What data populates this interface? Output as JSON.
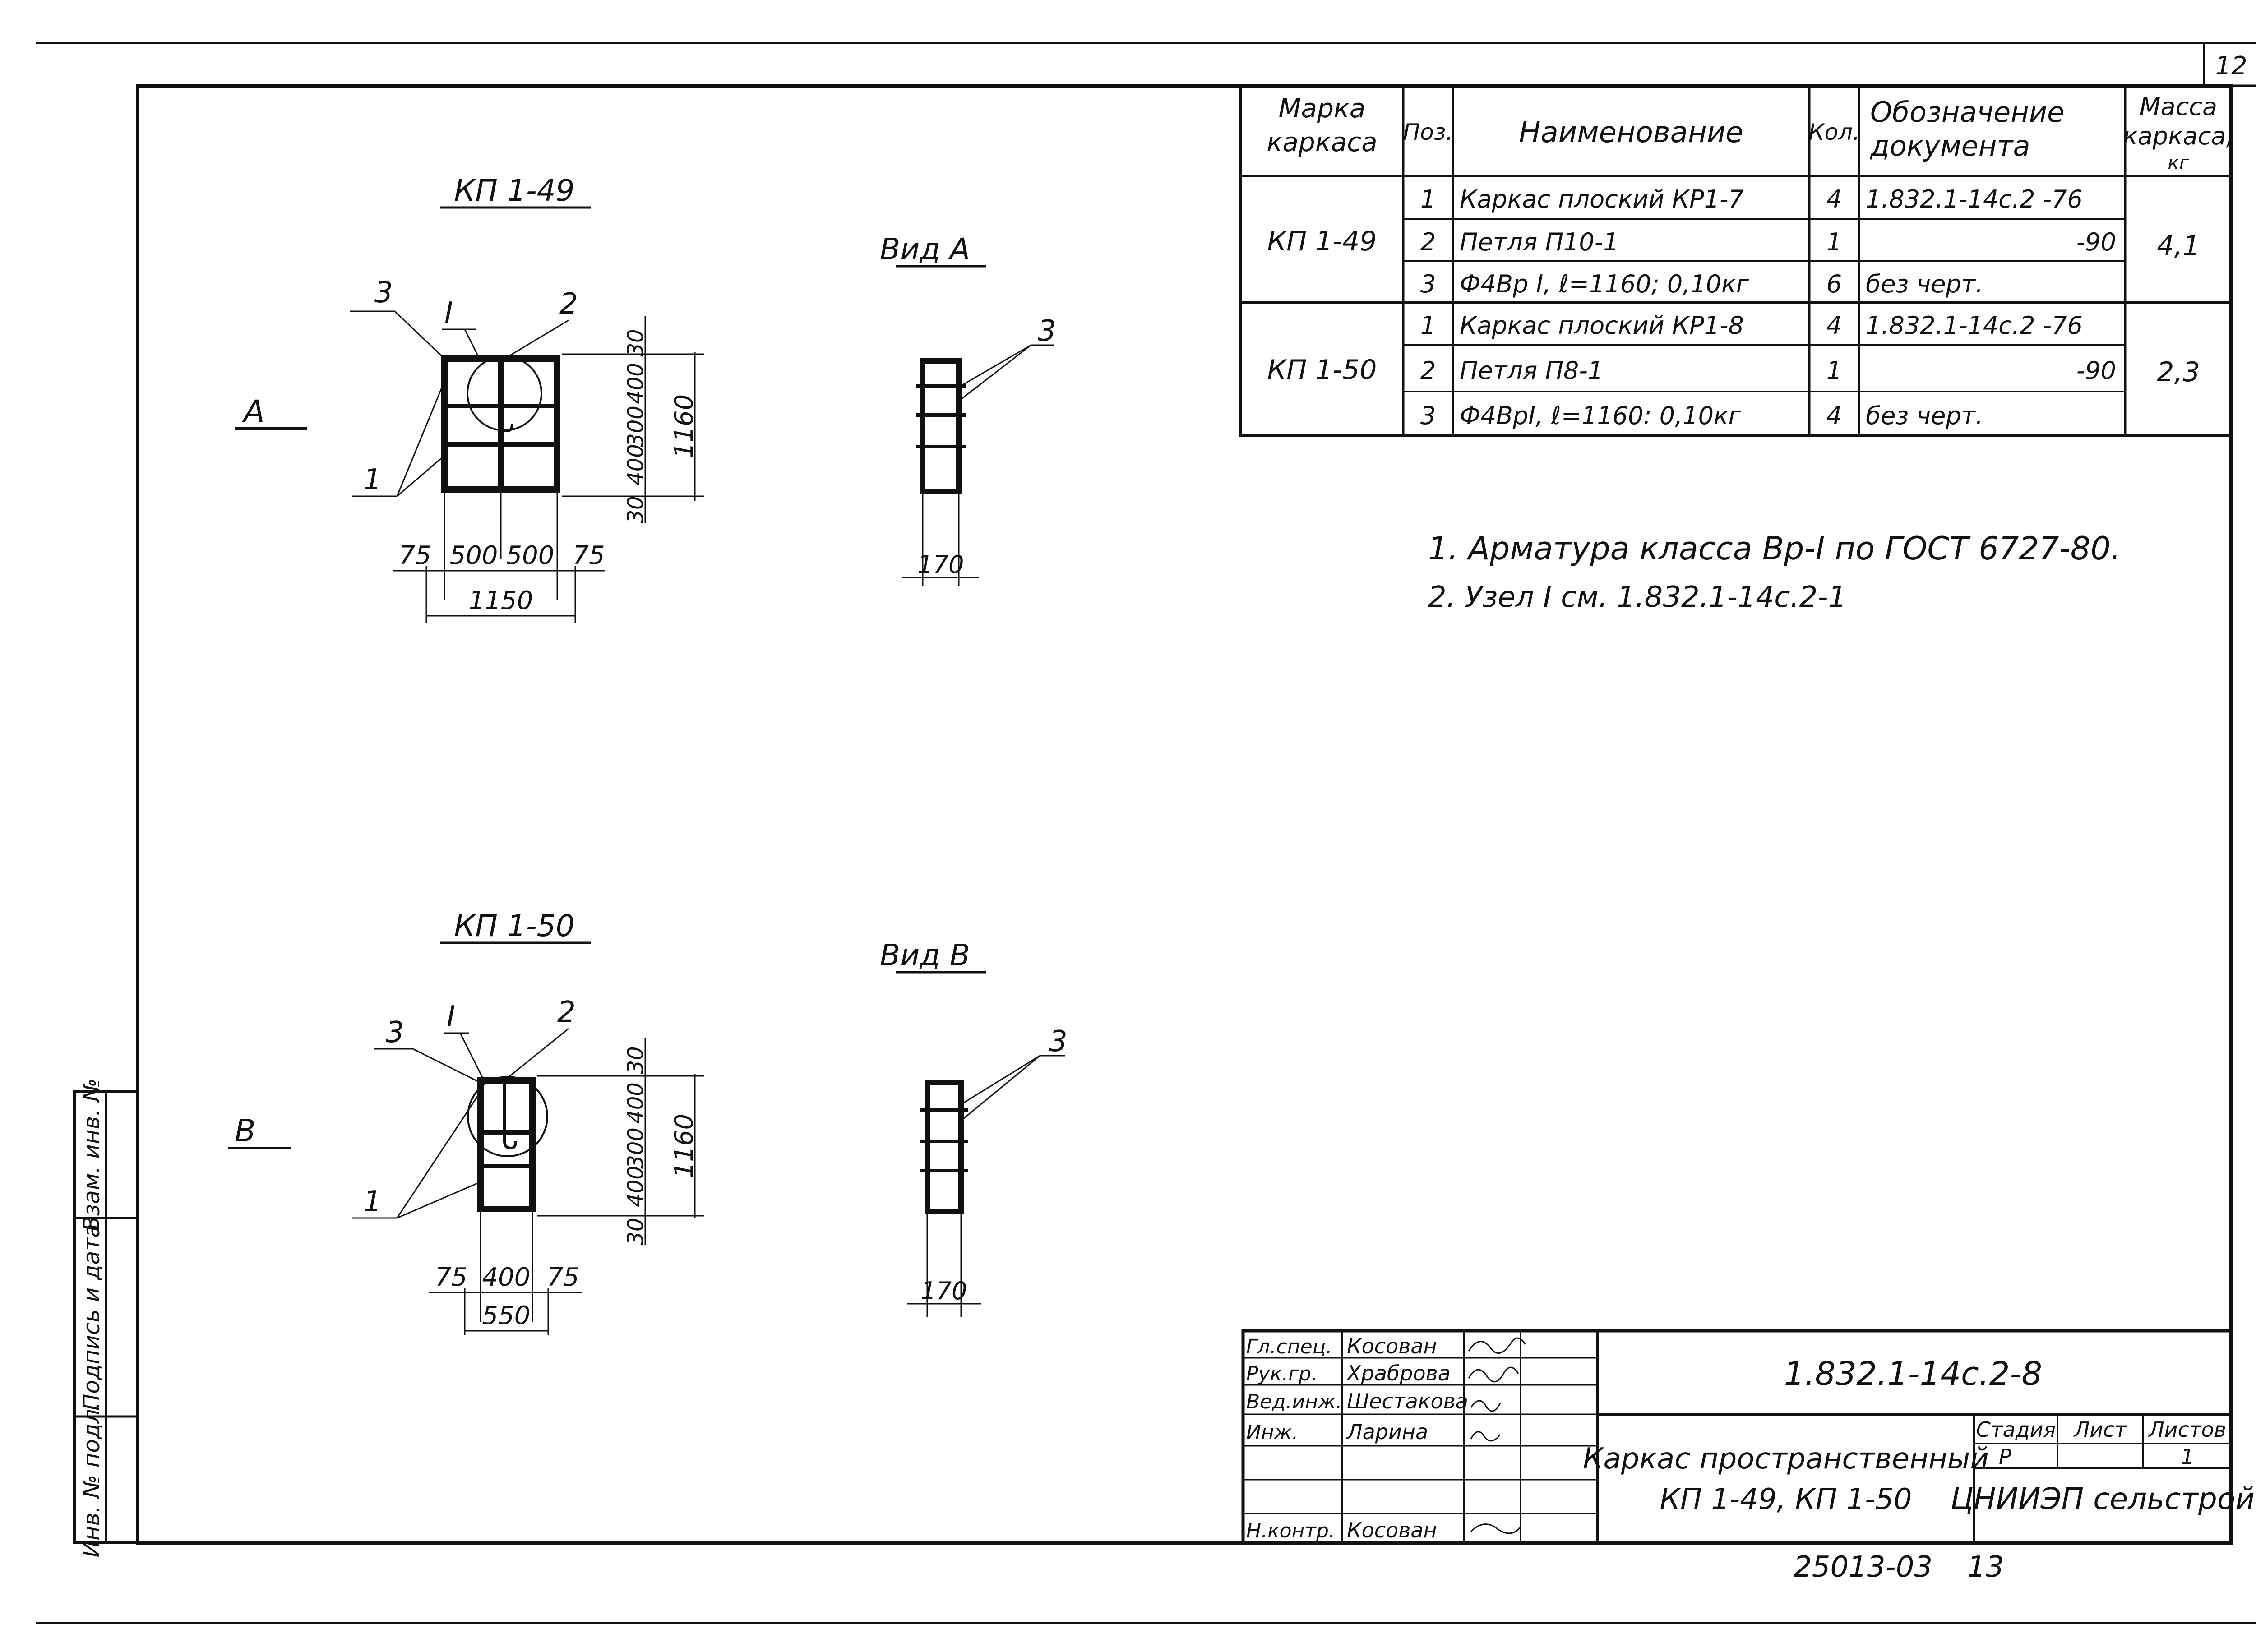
{
  "sheet_number": "12",
  "spec_table": {
    "headers": {
      "mark": [
        "Марка",
        "каркаса"
      ],
      "pos": "Поз.",
      "name": "Наименование",
      "qty": "Кол.",
      "doc": [
        "Обозначение",
        "документа"
      ],
      "mass": [
        "Масса",
        "каркаса,",
        "кг"
      ]
    },
    "groups": [
      {
        "mark": "КП 1-49",
        "mass": "4,1",
        "rows": [
          {
            "pos": "1",
            "name": "Каркас плоский КР1-7",
            "qty": "4",
            "doc": "1.832.1-14с.2 -76"
          },
          {
            "pos": "2",
            "name": "Петля П10-1",
            "qty": "1",
            "doc": "-90"
          },
          {
            "pos": "3",
            "name": "Ф4Вр I,  ℓ=1160;  0,10кг",
            "qty": "6",
            "doc": "без черт."
          }
        ]
      },
      {
        "mark": "КП 1-50",
        "mass": "2,3",
        "rows": [
          {
            "pos": "1",
            "name": "Каркас плоский КР1-8",
            "qty": "4",
            "doc": "1.832.1-14с.2 -76"
          },
          {
            "pos": "2",
            "name": "Петля П8-1",
            "qty": "1",
            "doc": "-90"
          },
          {
            "pos": "3",
            "name": "Ф4ВрI,  ℓ=1160:  0,10кг",
            "qty": "4",
            "doc": "без черт."
          }
        ]
      }
    ]
  },
  "notes": [
    "1. Арматура  класса  Вр-I  по  ГОСТ 6727-80.",
    "2. Узел I см. 1.832.1-14с.2-1"
  ],
  "views": {
    "kp149": {
      "title": "КП 1-49",
      "arrow": "А",
      "callouts": [
        "1",
        "2",
        "3",
        "I"
      ],
      "dims_bottom": [
        "75",
        "500",
        "500",
        "75"
      ],
      "dim_total": "1150",
      "dims_vertical": [
        "30",
        "400",
        "300",
        "400",
        "30"
      ],
      "dim_height": "1160"
    },
    "vida": {
      "title": "Вид А",
      "callout": "3",
      "dim": "170"
    },
    "kp150": {
      "title": "КП 1-50",
      "arrow": "В",
      "callouts": [
        "1",
        "2",
        "3",
        "I"
      ],
      "dims_bottom": [
        "75",
        "400",
        "75"
      ],
      "dim_total": "550",
      "dims_vertical": [
        "30",
        "400",
        "300",
        "400",
        "30"
      ],
      "dim_height": "1160"
    },
    "vidv": {
      "title": "Вид В",
      "callout": "3",
      "dim": "170"
    }
  },
  "side_stamp": [
    "Инв. № подл.",
    "Подпись и дата",
    "Взам. инв. №"
  ],
  "title_block": {
    "signatures": [
      {
        "role": "Гл.спец.",
        "name": "Косован"
      },
      {
        "role": "Рук.гр.",
        "name": "Храброва"
      },
      {
        "role": "Вед.инж.",
        "name": "Шестакова"
      },
      {
        "role": "Инж.",
        "name": "Ларина"
      },
      {
        "role": "",
        "name": ""
      },
      {
        "role": "Н.контр.",
        "name": "Косован"
      }
    ],
    "doc_code": "1.832.1-14с.2-8",
    "title_lines": [
      "Каркас пространственный",
      "КП 1-49,  КП 1-50"
    ],
    "stage_label": "Стадия",
    "sheet_label": "Лист",
    "sheets_label": "Листов",
    "stage": "Р",
    "sheets": "1",
    "org": "ЦНИИЭП сельстрой"
  },
  "footer_code": "25013-03",
  "footer_page": "13"
}
